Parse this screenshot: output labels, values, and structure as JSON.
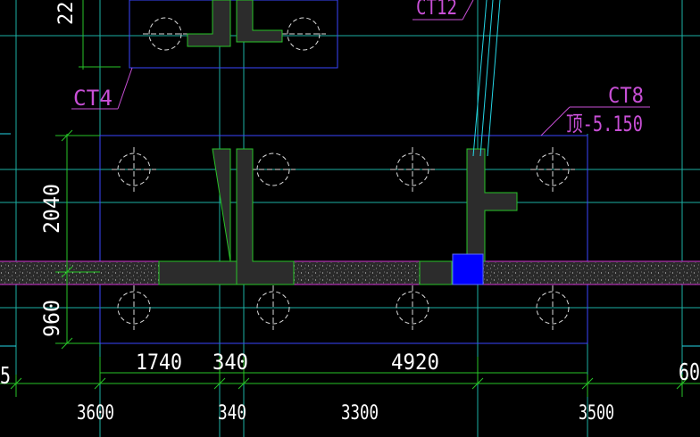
{
  "labels": {
    "ct4": "CT4",
    "ct8": "CT8",
    "ct12": "CT12",
    "elevation": "顶-5.150"
  },
  "dimensions": {
    "left_vertical": [
      "2040",
      "960"
    ],
    "top_left_vertical": "22",
    "mid_row": [
      "1740",
      "340",
      "4920"
    ],
    "bottom_row": [
      "3600",
      "340",
      "3300",
      "3500"
    ],
    "edge_left": "5",
    "edge_right": "60"
  },
  "colors": {
    "background": "#000000",
    "grid": "#1bb0a3",
    "dimension": "#27c427",
    "cap_outline": "#3a46ff",
    "beam_edge": "#d233d2",
    "label": "#c84fd6",
    "selection": "#0000ff"
  }
}
